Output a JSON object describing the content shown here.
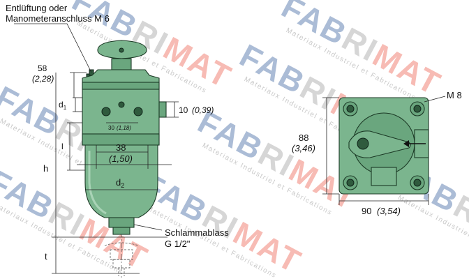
{
  "labels": {
    "vent_line1": "Entlüftung oder",
    "vent_line2": "Manometeranschluss M 6",
    "dim_58": "58",
    "dim_58_in": "(2,28)",
    "d1": "d",
    "d1_sub": "1",
    "dim_10": "10",
    "dim_10_in": "(0,39)",
    "dim_30": "30",
    "dim_30_in": "(1,18)",
    "dim_38": "38",
    "dim_38_in": "(1,50)",
    "l": "l",
    "h": "h",
    "d2": "d",
    "d2_sub": "2",
    "drain_line1": "Schlammablass",
    "drain_line2": "G 1/2\"",
    "t": "t",
    "m8": "M 8",
    "dim_88": "88",
    "dim_88_in": "(3,46)",
    "dim_90": "90",
    "dim_90_in": "(3,54)"
  },
  "watermark": {
    "word_blue": "FAB",
    "word_mid": "RI",
    "word_red": "MAT",
    "subtitle": "Materiaux Industriel et Fabrications",
    "colors": {
      "blue": "#8fa6c8",
      "red": "#f4a59b"
    }
  },
  "colors": {
    "housing": "#7bb58e",
    "housing_dark": "#2f5a3d"
  }
}
